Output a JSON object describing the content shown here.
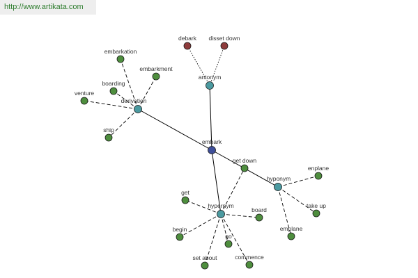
{
  "site_url": "http://www.artikata.com",
  "colors": {
    "root": "#3f4f9a",
    "relation": "#4b9aa0",
    "word": "#4e8e3e",
    "antonym_word": "#8e3b3b",
    "edge": "#000000"
  },
  "nodes": [
    {
      "id": "embark",
      "label": "embark",
      "kind": "root"
    },
    {
      "id": "antonym",
      "label": "antonym",
      "kind": "relation"
    },
    {
      "id": "derivation",
      "label": "derivation",
      "kind": "relation"
    },
    {
      "id": "hyponym",
      "label": "hyponym",
      "kind": "relation"
    },
    {
      "id": "hypernym",
      "label": "hypernym",
      "kind": "relation"
    },
    {
      "id": "debark",
      "label": "debark",
      "kind": "antonym_word"
    },
    {
      "id": "disset-down",
      "label": "disset down",
      "kind": "antonym_word"
    },
    {
      "id": "embarkation",
      "label": "embarkation",
      "kind": "word"
    },
    {
      "id": "embarkment",
      "label": "embarkment",
      "kind": "word"
    },
    {
      "id": "boarding",
      "label": "boarding",
      "kind": "word"
    },
    {
      "id": "venture",
      "label": "venture",
      "kind": "word"
    },
    {
      "id": "ship",
      "label": "ship",
      "kind": "word"
    },
    {
      "id": "get-down",
      "label": "get down",
      "kind": "word"
    },
    {
      "id": "enplane",
      "label": "enplane",
      "kind": "word"
    },
    {
      "id": "take-up",
      "label": "take up",
      "kind": "word"
    },
    {
      "id": "emplane",
      "label": "emplane",
      "kind": "word"
    },
    {
      "id": "get",
      "label": "get",
      "kind": "word"
    },
    {
      "id": "board",
      "label": "board",
      "kind": "word"
    },
    {
      "id": "begin",
      "label": "begin",
      "kind": "word"
    },
    {
      "id": "go",
      "label": "go",
      "kind": "word"
    },
    {
      "id": "set-about",
      "label": "set about",
      "kind": "word"
    },
    {
      "id": "commence",
      "label": "commence",
      "kind": "word"
    }
  ],
  "edges": [
    {
      "from": "embark",
      "to": "antonym",
      "style": "solid"
    },
    {
      "from": "embark",
      "to": "derivation",
      "style": "solid"
    },
    {
      "from": "embark",
      "to": "hyponym",
      "style": "solid"
    },
    {
      "from": "embark",
      "to": "hypernym",
      "style": "solid"
    },
    {
      "from": "antonym",
      "to": "debark",
      "style": "dotted"
    },
    {
      "from": "antonym",
      "to": "disset-down",
      "style": "dotted"
    },
    {
      "from": "derivation",
      "to": "embarkation",
      "style": "dashed"
    },
    {
      "from": "derivation",
      "to": "embarkment",
      "style": "dashed"
    },
    {
      "from": "derivation",
      "to": "boarding",
      "style": "dashed"
    },
    {
      "from": "derivation",
      "to": "venture",
      "style": "dashed"
    },
    {
      "from": "derivation",
      "to": "ship",
      "style": "dashed"
    },
    {
      "from": "hyponym",
      "to": "enplane",
      "style": "dashed"
    },
    {
      "from": "hyponym",
      "to": "take-up",
      "style": "dashed"
    },
    {
      "from": "hyponym",
      "to": "emplane",
      "style": "dashed"
    },
    {
      "from": "hypernym",
      "to": "get-down",
      "style": "dashed"
    },
    {
      "from": "hypernym",
      "to": "get",
      "style": "dashed"
    },
    {
      "from": "hypernym",
      "to": "board",
      "style": "dashed"
    },
    {
      "from": "hypernym",
      "to": "begin",
      "style": "dashed"
    },
    {
      "from": "hypernym",
      "to": "go",
      "style": "dashed"
    },
    {
      "from": "hypernym",
      "to": "set-about",
      "style": "dashed"
    },
    {
      "from": "hypernym",
      "to": "commence",
      "style": "dashed"
    }
  ]
}
